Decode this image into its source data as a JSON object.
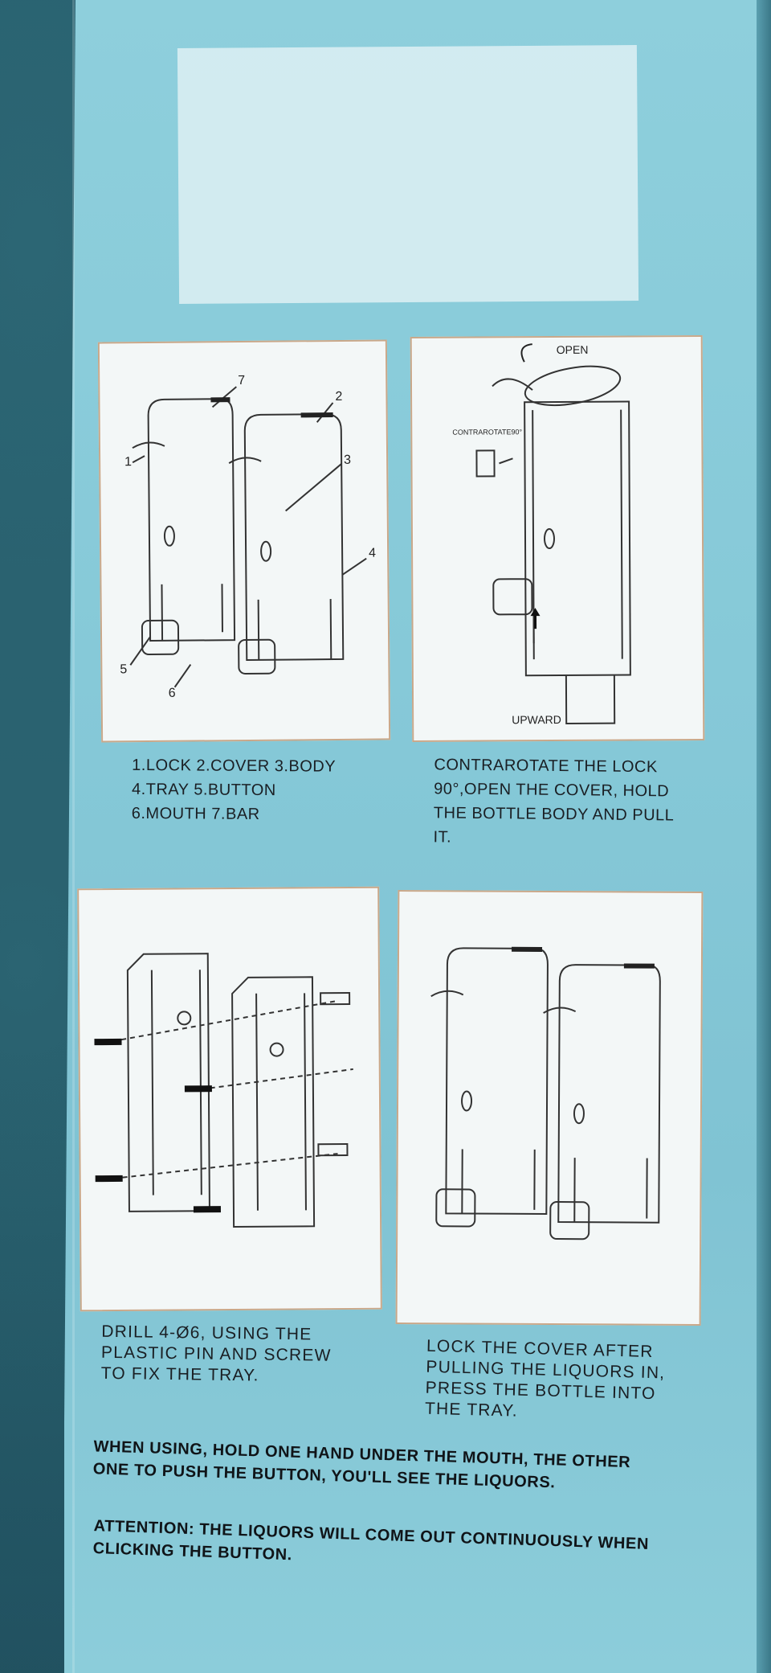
{
  "scene": {
    "background_color": "#1f4f5c",
    "box_color": "#86c9d8",
    "panel_border_color": "#c9a88a"
  },
  "panel1": {
    "labels": [
      "7",
      "2",
      "1",
      "3",
      "4",
      "5",
      "6"
    ]
  },
  "panel2": {
    "open_label": "OPEN",
    "contrarotate_label": "CONTRAROTATE90°",
    "upward_label": "UPWARD"
  },
  "captions": {
    "parts": "1.LOCK 2.COVER 3.BODY\n4.TRAY 5.BUTTON\n6.MOUTH 7.BAR",
    "open": "CONTRAROTATE THE LOCK\n90°,OPEN THE COVER, HOLD\nTHE BOTTLE BODY AND PULL\nIT.",
    "drill": "DRILL 4-Ø6, USING THE\nPLASTIC PIN AND SCREW\nTO FIX THE TRAY.",
    "lock": "LOCK THE COVER AFTER\nPULLING THE LIQUORS IN,\nPRESS THE BOTTLE INTO\nTHE TRAY."
  },
  "warnings": {
    "usage": "WHEN USING, HOLD ONE HAND UNDER THE MOUTH, THE OTHER ONE TO PUSH THE BUTTON, YOU'LL SEE THE LIQUORS.",
    "attention": "ATTENTION: THE LIQUORS WILL COME OUT CONTINUOUSLY WHEN CLICKING THE BUTTON."
  }
}
